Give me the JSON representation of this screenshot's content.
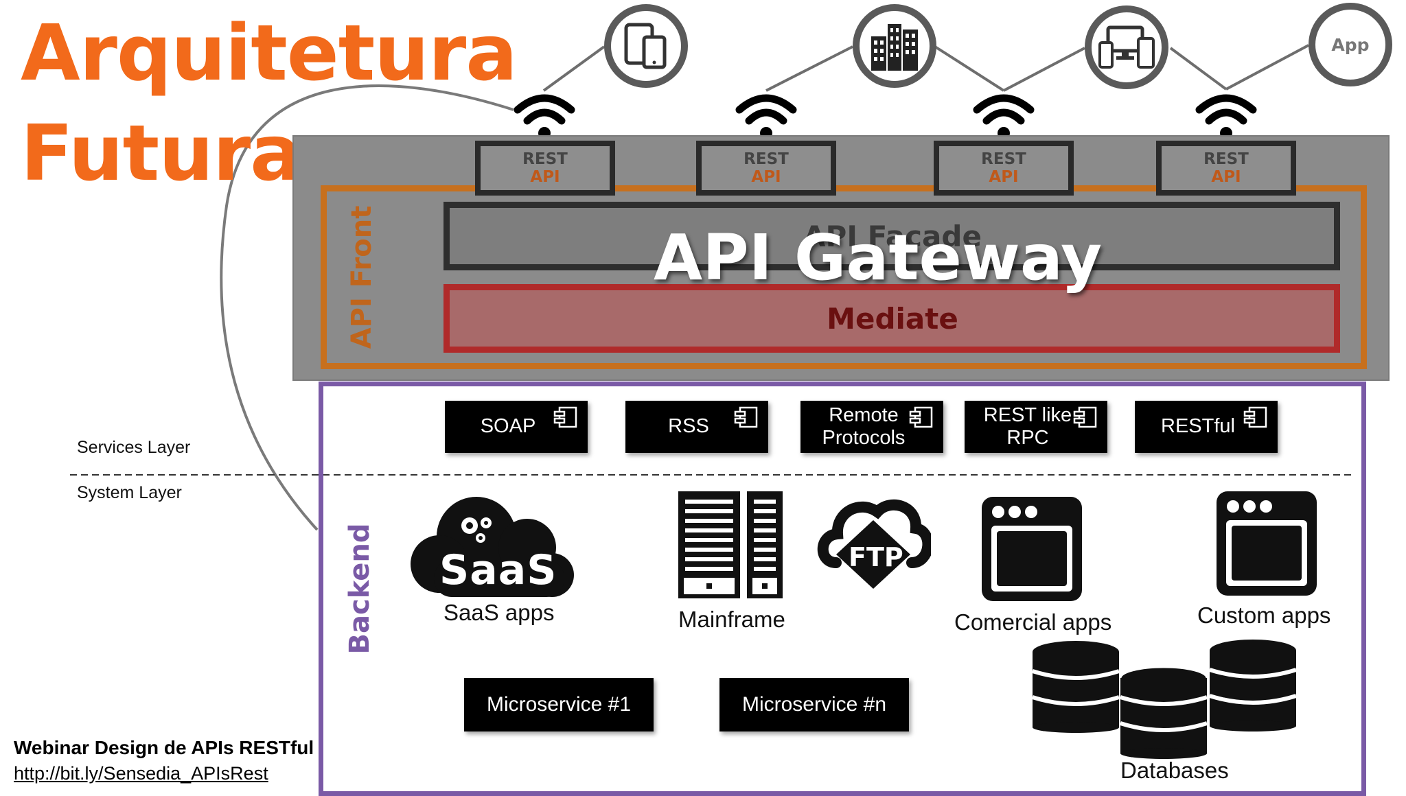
{
  "title": {
    "line1": "Arquitetura",
    "line2": "Futura"
  },
  "top_endpoints": [
    {
      "icon": "devices-icon"
    },
    {
      "icon": "buildings-icon"
    },
    {
      "icon": "computer-devices-icon"
    },
    {
      "icon": "app-icon",
      "label": "App"
    }
  ],
  "rest_apis": [
    {
      "line1": "REST",
      "line2": "API"
    },
    {
      "line1": "REST",
      "line2": "API"
    },
    {
      "line1": "REST",
      "line2": "API"
    },
    {
      "line1": "REST",
      "line2": "API"
    }
  ],
  "api_front": {
    "label": "API Front",
    "facade": "API Facade",
    "gateway": "API Gateway",
    "mediate": "Mediate"
  },
  "layers": {
    "services": "Services Layer",
    "system": "System Layer"
  },
  "backend": {
    "label": "Backend",
    "services": [
      {
        "label": "SOAP"
      },
      {
        "label": "RSS"
      },
      {
        "label": "Remote Protocols"
      },
      {
        "label": "REST like RPC"
      },
      {
        "label": "RESTful"
      }
    ],
    "systems": {
      "saas_badge": "SaaS",
      "saas": "SaaS apps",
      "mainframe": "Mainframe",
      "ftp_badge": "FTP",
      "comercial": "Comercial apps",
      "custom": "Custom apps",
      "databases": "Databases"
    },
    "microservices": [
      "Microservice #1",
      "Microservice #n"
    ]
  },
  "footer": {
    "title": "Webinar Design de APIs RESTful",
    "link": "http://bit.ly/Sensedia_APIsRest"
  },
  "colors": {
    "title": "#f26a1b",
    "api_front_border": "#c7701e",
    "mediate_border": "#b02a2a",
    "backend_border": "#7a5aa6",
    "gateway_panel": "#8b8b8b"
  }
}
